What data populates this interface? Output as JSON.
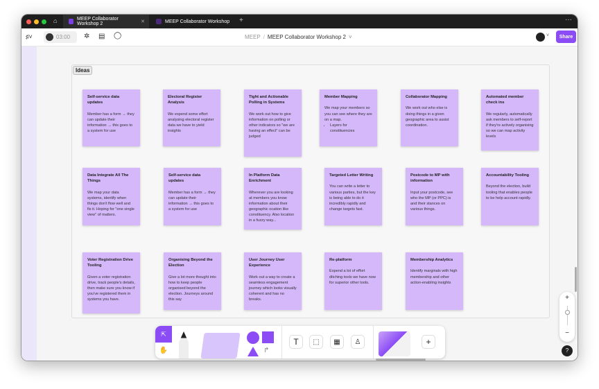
{
  "tabs": [
    {
      "label": "MEEP Collaborator Workshop 2",
      "active": true
    },
    {
      "label": "MEEP Collaborator Workshop",
      "active": false
    }
  ],
  "topbar": {
    "timer": "03:00",
    "breadcrumb_team": "MEEP",
    "separator": "/",
    "file_title": "MEEP Collaborator Workshop 2",
    "share_label": "Share"
  },
  "section": {
    "label": "Ideas"
  },
  "stickies": [
    {
      "title": "Self-service data updates",
      "body": "Member has a form → they can update their information → this goes to a system for use"
    },
    {
      "title": "Electoral Register Analysis",
      "body": "We expend some effort analysing electoral register data we have to yield insights"
    },
    {
      "title": "Tight and Actionable Polling in Systems",
      "body": "We work out how to give information on polling or other indicators so \"we are having an effect\" can be judged"
    },
    {
      "title": "Member Mapping",
      "body": "We map your members so you can see where they are on a map.",
      "bullets": [
        "Layers for constituencies"
      ]
    },
    {
      "title": "Collaborator Mapping",
      "body": "We work out who else is doing things in a given geographic area to assist coordination."
    },
    {
      "title": "Automated member check ins",
      "body": "We regularly, automatically ask members to self-report if they're actively organising so we can map activity levels"
    },
    {
      "title": "Data Integrate All The Things",
      "body": "We map your data systems, identify when things don't flow well and fix it. Hoping for \"one single view\" of matters."
    },
    {
      "title": "Self-service data updates",
      "body": "Member has a form → they can update their information → this goes to a system for use"
    },
    {
      "title": "In Platform Data Enrichment",
      "body": "Wherever you are looking at members you know information about their geographic ocation like constituency. Also location in a fuzzy way..."
    },
    {
      "title": "Targeted Letter Writing",
      "body": "You can write a letter to various parties, but the key is being able to do it incredibly rapidly and change targets fast."
    },
    {
      "title": "Postcode to MP with information",
      "body": "Input your postcode, see who the MP (or PPC) is and their stances on various things."
    },
    {
      "title": "Accountability Tooling",
      "body": "Beyond the election, build tooling that enables people to be help account rapidly."
    },
    {
      "title": "Voter Registration Drive Tooling",
      "body": "Given a voter registration drive, track people's details, then make sure you know if you've registered them in systems you have."
    },
    {
      "title": "Organising Beyond the Election",
      "body": "Give a lot more thought into how to keep people organised beyond the election. Journeys around this say"
    },
    {
      "title": "User Journey User Experience",
      "body": "Work out a way to create a seamless engagement journey which looks visually coherent and has no breaks."
    },
    {
      "title": "Re-platform",
      "body": "Expend a lot of effort ditching tools we have now for superior other tools."
    },
    {
      "title": "Membership Analytics",
      "body": "Identify marginals with high membership and other action-enabling insights"
    }
  ],
  "zoom": {
    "plus": "+",
    "minus": "−"
  },
  "help": "?",
  "colors": {
    "accent": "#8b4cf6",
    "sticky": "#d4b8fa"
  }
}
